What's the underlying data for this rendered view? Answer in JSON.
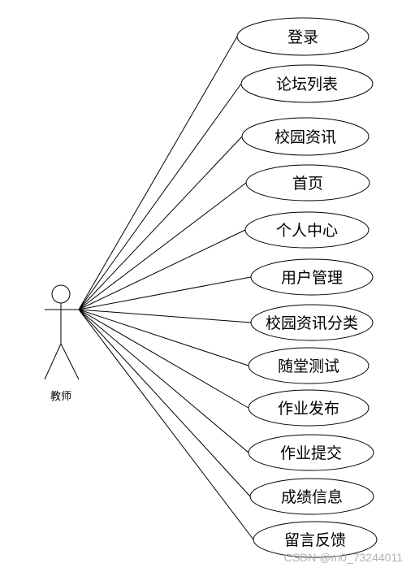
{
  "actor": {
    "label": "教师",
    "icon": "stick-figure-icon"
  },
  "use_cases": [
    {
      "label": "登录"
    },
    {
      "label": "论坛列表"
    },
    {
      "label": "校园资讯"
    },
    {
      "label": "首页"
    },
    {
      "label": "个人中心"
    },
    {
      "label": "用户管理"
    },
    {
      "label": "校园资讯分类"
    },
    {
      "label": "随堂测试"
    },
    {
      "label": "作业发布"
    },
    {
      "label": "作业提交"
    },
    {
      "label": "成绩信息"
    },
    {
      "label": "留言反馈"
    }
  ],
  "watermark": "CSDN @m0_73244011",
  "colors": {
    "stroke": "#000000",
    "watermark": "#b3b3b3"
  }
}
